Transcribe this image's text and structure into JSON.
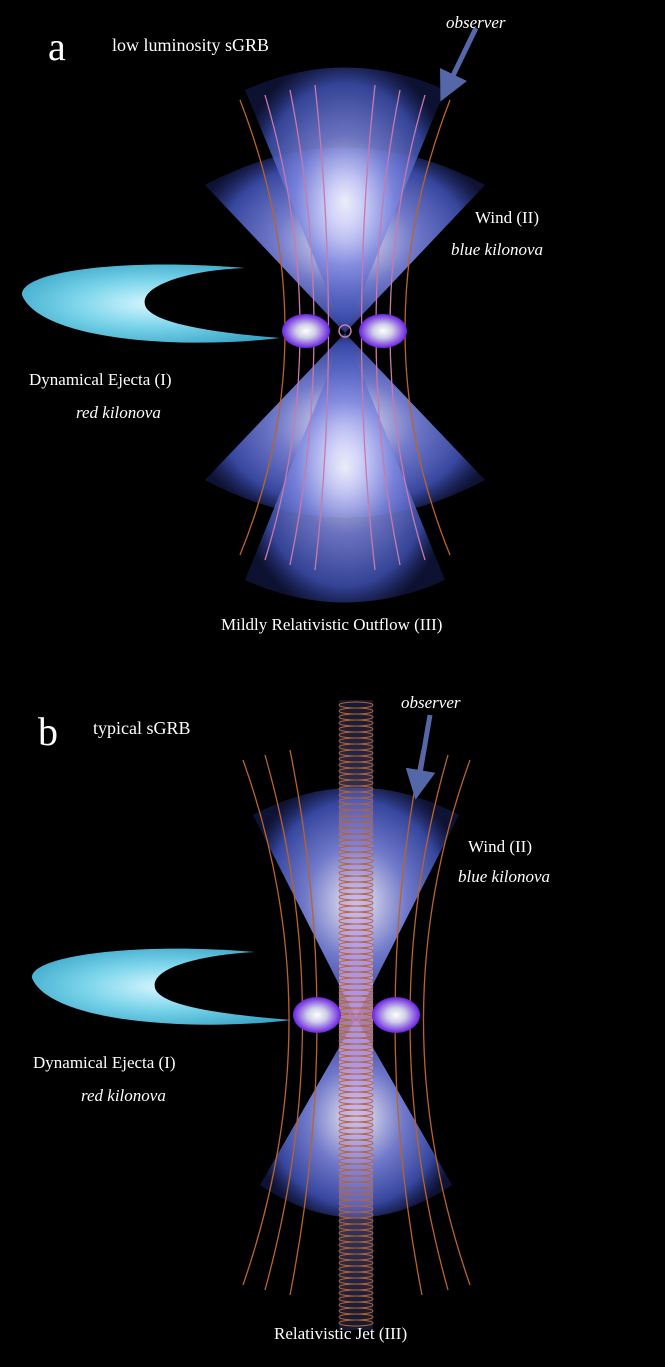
{
  "panels": [
    {
      "letter": "a",
      "title": "low luminosity sGRB",
      "observer": "observer",
      "wind_label": "Wind (II)",
      "wind_sub": "blue kilonova",
      "ejecta_label": "Dynamical Ejecta (I)",
      "ejecta_sub": "red kilonova",
      "outflow_label": "Mildly Relativistic Outflow (III)"
    },
    {
      "letter": "b",
      "title": "typical sGRB",
      "observer": "observer",
      "wind_label": "Wind (II)",
      "wind_sub": "blue kilonova",
      "ejecta_label": "Dynamical Ejecta (I)",
      "ejecta_sub": "red kilonova",
      "outflow_label": "Relativistic Jet (III)"
    }
  ],
  "colors": {
    "background": "#000000",
    "cone_core": "#ffffff",
    "cone_edge": "#3d4fb0",
    "ejecta": "#6fd3e8",
    "field_lines_orange": "#b8642a",
    "field_lines_pink": "#c87aa8",
    "torus": "#7a2cf0",
    "observer_arrow": "#5467a8"
  },
  "icons": [
    "observer-arrow-icon",
    "torus-icon"
  ]
}
